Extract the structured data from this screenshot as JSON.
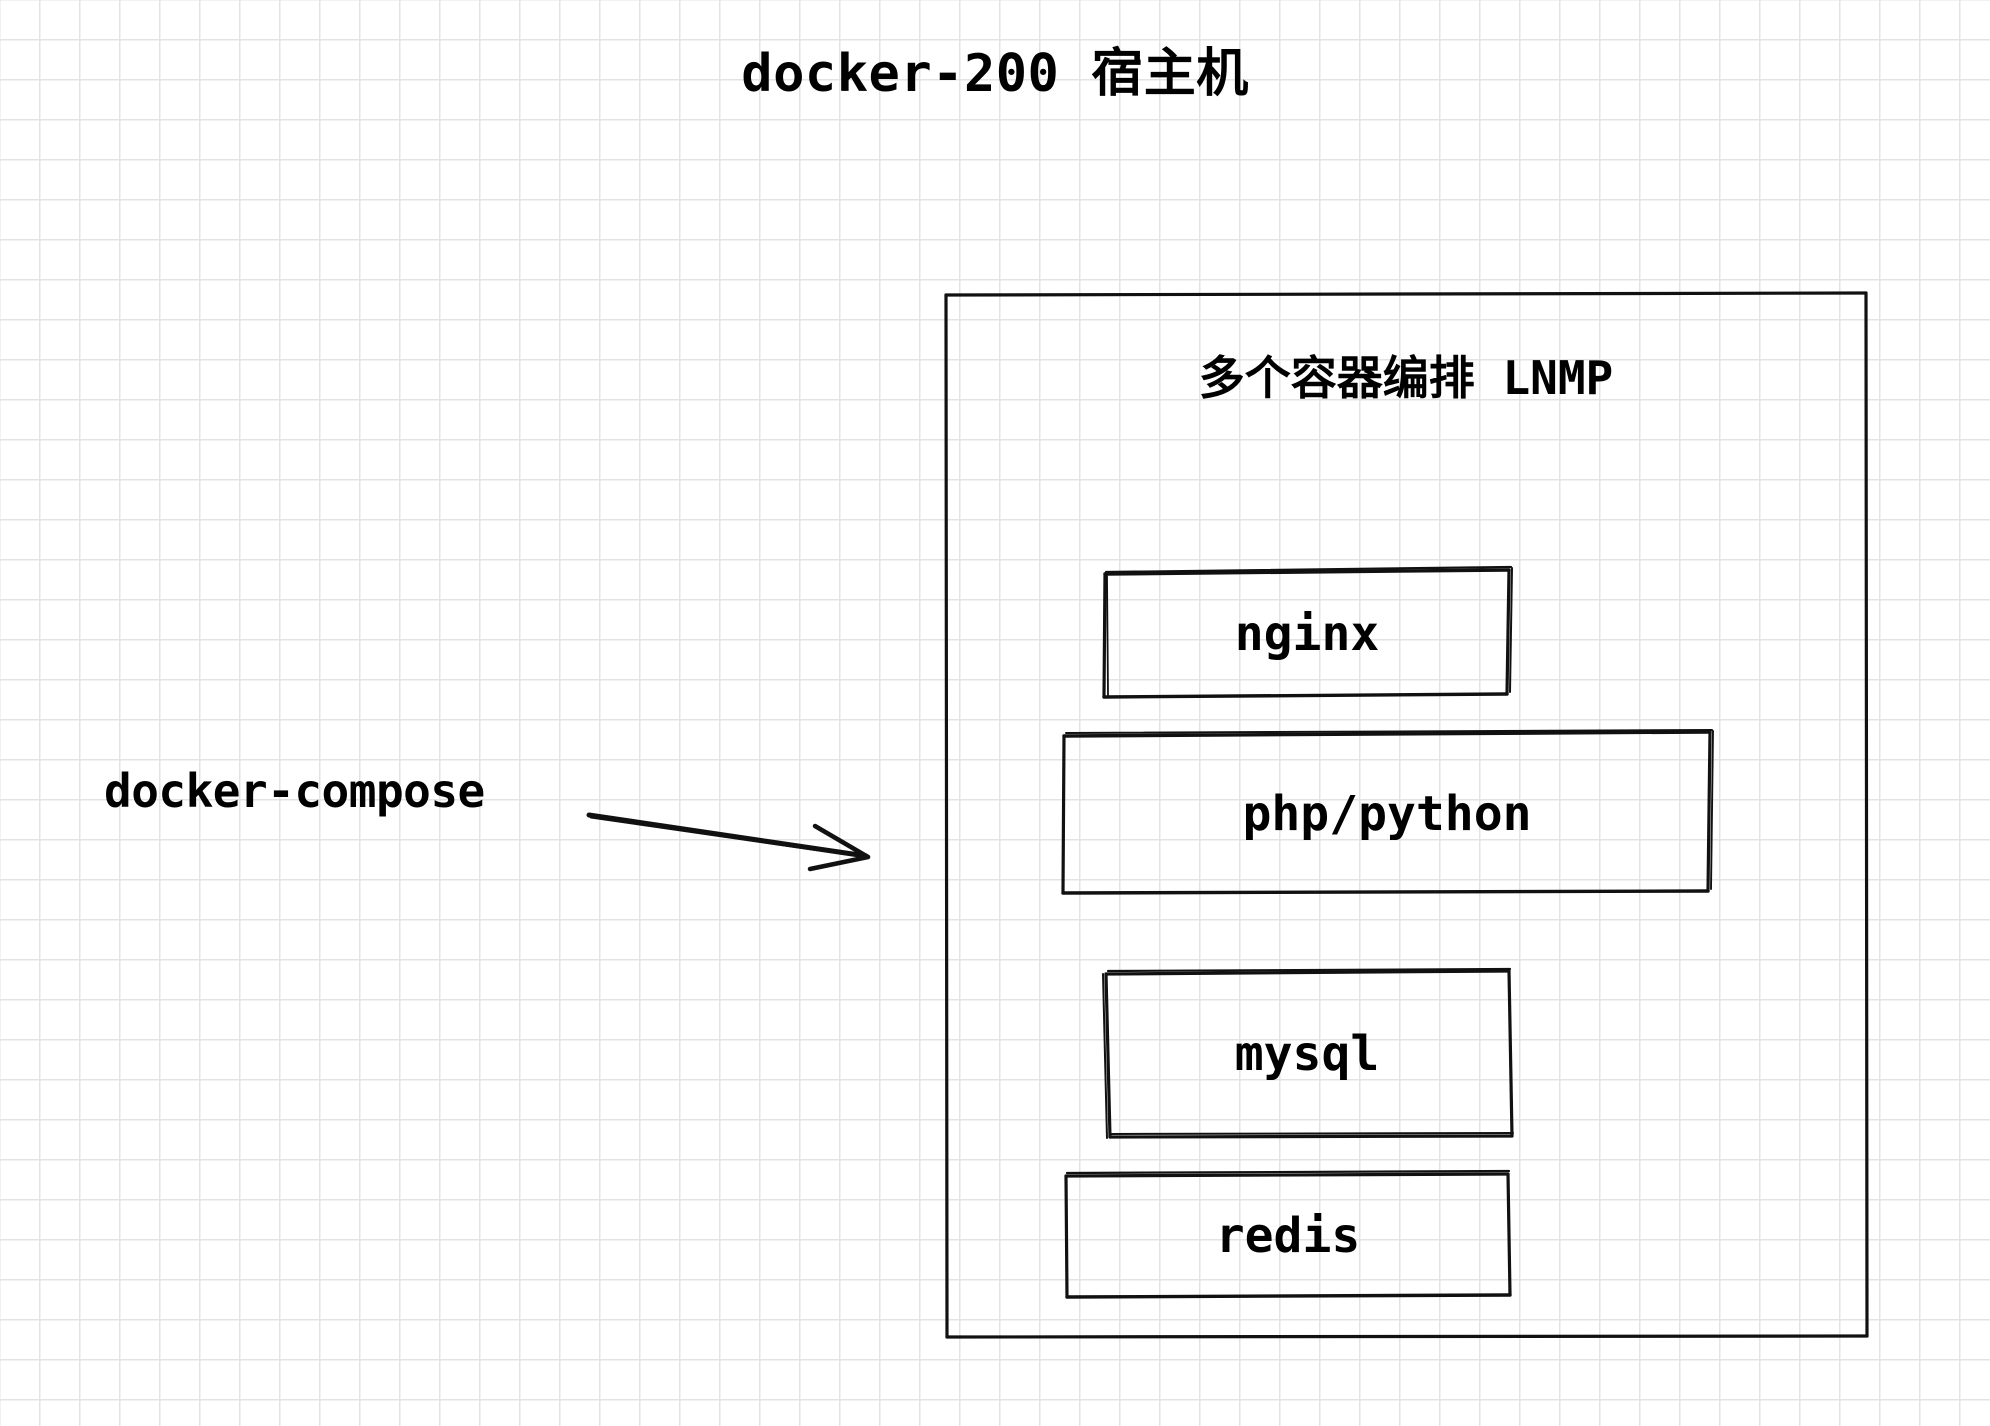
{
  "diagram": {
    "host_title": "docker-200 宿主机",
    "host_title_ascii": "docker-200",
    "host_title_cjk": "宿主机",
    "orchestration_title": "多个容器编排 LNMP",
    "orchestration_title_cjk": "多个容器编排",
    "orchestration_title_ascii": "LNMP",
    "compose_label": "docker-compose",
    "services": [
      {
        "name": "nginx"
      },
      {
        "name": "php/python"
      },
      {
        "name": "mysql"
      },
      {
        "name": "redis"
      }
    ],
    "colors": {
      "stroke": "#111111",
      "grid": "#e3e3e3",
      "background": "#ffffff",
      "text": "#000000"
    },
    "icons": {
      "arrow": "arrow-right-icon"
    }
  }
}
